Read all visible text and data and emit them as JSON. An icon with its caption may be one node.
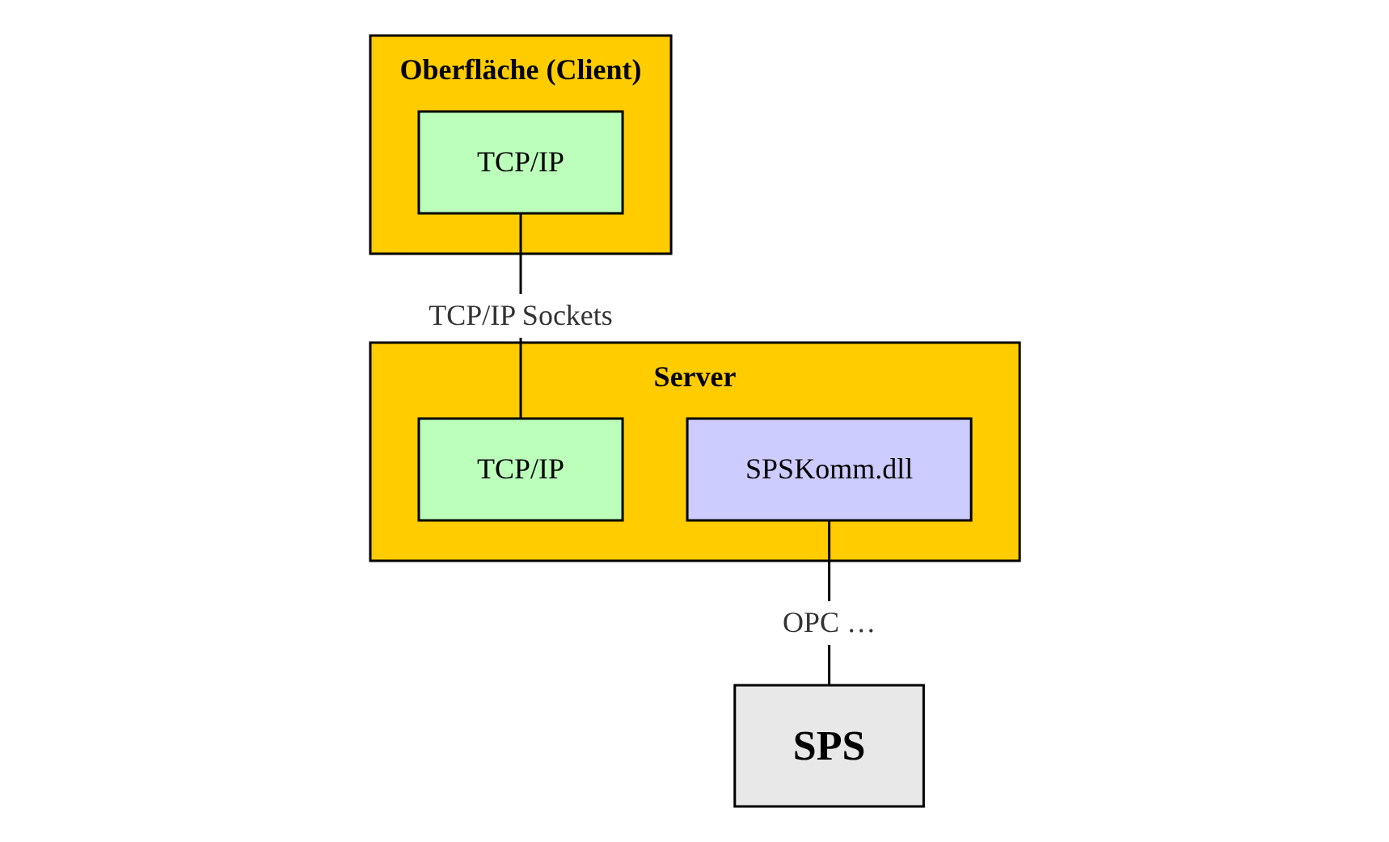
{
  "diagram": {
    "nodes": [
      {
        "text": [
          "Oberfläche (Client)"
        ]
      },
      {
        "text": [
          "TCP/IP"
        ],
        "in": 0
      },
      {
        "text": [
          "Server"
        ]
      },
      {
        "text": [
          "TCP/IP"
        ],
        "in": 2
      },
      {
        "text": [
          "SPSKomm.dll"
        ],
        "in": 2
      },
      {
        "text": [
          "SPS"
        ]
      }
    ],
    "edges": [
      {
        "from": 1,
        "to": 3,
        "arrow": "none",
        "label": "TCP/IP Sockets"
      },
      {
        "from": 4,
        "to": 5,
        "arrow": "none",
        "label": "OPC …"
      }
    ]
  }
}
